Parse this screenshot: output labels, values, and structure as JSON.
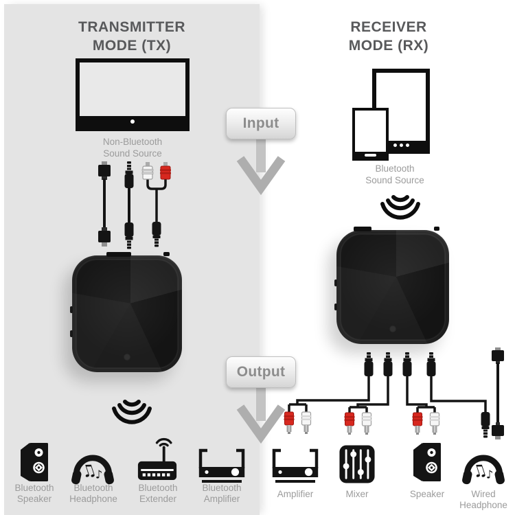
{
  "transmitter": {
    "title": [
      "TRANSMITTER",
      "MODE (TX)"
    ],
    "source_caption": [
      "Non-Bluetooth",
      "Sound Source"
    ],
    "devices": [
      [
        "Bluetooth",
        "Speaker"
      ],
      [
        "Bluetooth",
        "Headphone"
      ],
      [
        "Bluetooth",
        "Extender"
      ],
      [
        "Bluetooth",
        "Amplifier"
      ]
    ]
  },
  "receiver": {
    "title": [
      "RECEIVER",
      "MODE (RX)"
    ],
    "source_caption": [
      "Bluetooth",
      "Sound Source"
    ],
    "devices": [
      [
        "Amplifier"
      ],
      [
        "Mixer"
      ],
      [
        "Speaker"
      ],
      [
        "Wired",
        "Headphone"
      ]
    ]
  },
  "flow": {
    "input": "Input",
    "output": "Output"
  },
  "icons": {
    "note_double": "♫",
    "note_single": "♪"
  },
  "colors": {
    "left_panel_bg": "#e4e4e4",
    "right_panel_bg": "#ffffff",
    "title_text": "#58595b",
    "caption_text": "#9b9b9b",
    "icon_black": "#141414",
    "rca_red": "#d7281f",
    "rca_white": "#f6f6f6",
    "arrow_gray": "#aeaeae",
    "button_text": "#8c8c8c"
  }
}
